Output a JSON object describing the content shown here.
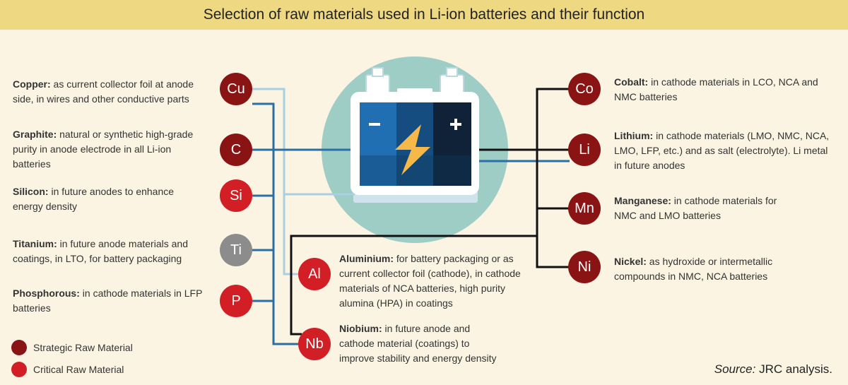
{
  "title": "Selection of raw materials used in Li-ion batteries and their function",
  "colors": {
    "strategic": "#8a1414",
    "critical": "#d21f26",
    "other": "#8c8c8c",
    "line_blue": "#2a6ea3",
    "line_lightblue": "#a9cfe0",
    "line_black": "#111111",
    "battery_circle": "#9ecdc6",
    "title_bar": "#efd882"
  },
  "icons": [
    "battery-icon",
    "lightning-bolt-icon",
    "minus-icon",
    "plus-icon"
  ],
  "elements": [
    {
      "symbol": "Cu",
      "category": "strategic",
      "name": "Copper:",
      "text": " as current collector foil at anode side, in wires and other conductive parts"
    },
    {
      "symbol": "C",
      "category": "strategic",
      "name": "Graphite:",
      "text": " natural or synthetic high-grade purity in anode electrode in all Li-ion batteries"
    },
    {
      "symbol": "Si",
      "category": "critical",
      "name": "Silicon:",
      "text": " in future anodes to enhance energy density"
    },
    {
      "symbol": "Ti",
      "category": "other",
      "name": "Titanium:",
      "text": " in future anode materials and coatings, in LTO, for battery packaging"
    },
    {
      "symbol": "P",
      "category": "critical",
      "name": "Phosphorous:",
      "text": " in cathode materials in LFP batteries"
    },
    {
      "symbol": "Al",
      "category": "critical",
      "name": "Aluminium:",
      "text": " for battery packaging or as current collector foil (cathode), in cathode materials of NCA batteries, high purity alumina (HPA) in coatings"
    },
    {
      "symbol": "Nb",
      "category": "critical",
      "name": "Niobium:",
      "text": " in future anode and cathode material (coatings) to improve stability and energy density"
    },
    {
      "symbol": "Co",
      "category": "strategic",
      "name": "Cobalt:",
      "text": " in cathode materials in LCO, NCA and NMC batteries"
    },
    {
      "symbol": "Li",
      "category": "strategic",
      "name": "Lithium:",
      "text": " in cathode materials (LMO, NMC, NCA, LMO, LFP, etc.) and as salt (electrolyte). Li metal in future anodes"
    },
    {
      "symbol": "Mn",
      "category": "strategic",
      "name": "Manganese:",
      "text": " in cathode materials for NMC and LMO batteries"
    },
    {
      "symbol": "Ni",
      "category": "strategic",
      "name": "Nickel:",
      "text": " as hydroxide or intermetallic compounds in NMC, NCA batteries"
    }
  ],
  "legend": [
    {
      "label": "Strategic Raw Material",
      "category": "strategic"
    },
    {
      "label": "Critical Raw Material",
      "category": "critical"
    }
  ],
  "source": {
    "label": "Source:",
    "text": " JRC analysis."
  }
}
